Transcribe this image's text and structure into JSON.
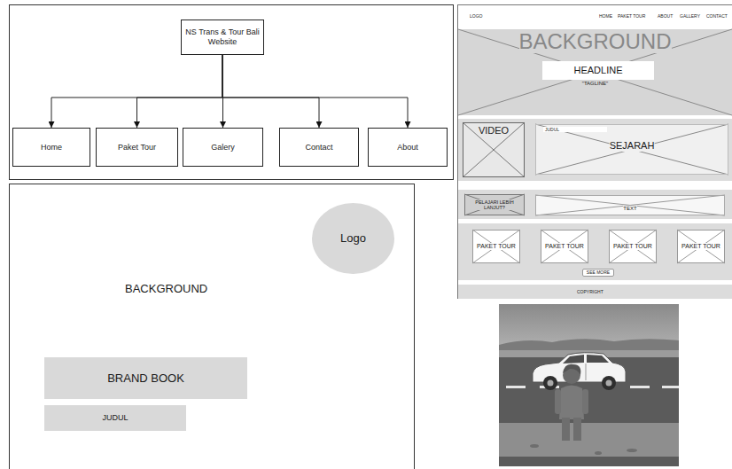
{
  "diagram": {
    "nodes": [
      {
        "text": [
          "NS Trans & Tour Bali Website"
        ]
      },
      {
        "text": [
          "Home"
        ]
      },
      {
        "text": [
          "Paket Tour"
        ]
      },
      {
        "text": [
          "Galery"
        ]
      },
      {
        "text": [
          "Contact"
        ]
      },
      {
        "text": [
          "About"
        ]
      },
      {
        "text": [
          "BACKGROUND"
        ]
      },
      {
        "text": [
          "Logo"
        ],
        "in": 6
      },
      {
        "text": [
          "BRAND BOOK"
        ],
        "in": 6
      },
      {
        "text": [
          "JUDUL"
        ],
        "in": 6
      },
      {
        "text": [
          "BACKGROUND",
          "\"TAGLINE\""
        ]
      },
      {
        "text": [
          "HEADLINE"
        ],
        "in": 10
      },
      {
        "text": [
          "VIDEO"
        ]
      },
      {
        "text": [
          "JUDUL",
          "SEJARAH"
        ]
      },
      {
        "text": [
          "PELAJARI LEBIH LANJUT?"
        ]
      },
      {
        "text": [
          "TEXT"
        ]
      },
      {
        "text": [
          "PAKET TOUR"
        ]
      },
      {
        "text": [
          "PAKET TOUR"
        ]
      },
      {
        "text": [
          "PAKET TOUR"
        ]
      },
      {
        "text": [
          "PAKET TOUR"
        ]
      },
      {
        "text": [
          "SEE MORE"
        ]
      }
    ],
    "edges": [
      {
        "from": 0,
        "to": 1,
        "arrow": "to"
      },
      {
        "from": 0,
        "to": 2,
        "arrow": "to"
      },
      {
        "from": 0,
        "to": 3,
        "arrow": "to"
      },
      {
        "from": 0,
        "to": 4,
        "arrow": "to"
      },
      {
        "from": 0,
        "to": 5,
        "arrow": "to"
      }
    ],
    "labels": [
      "LOGO",
      "HOME",
      "PAKET TOUR",
      "ABOUT",
      "GALLERY",
      "CONTACT",
      "COPYRIGHT"
    ]
  }
}
